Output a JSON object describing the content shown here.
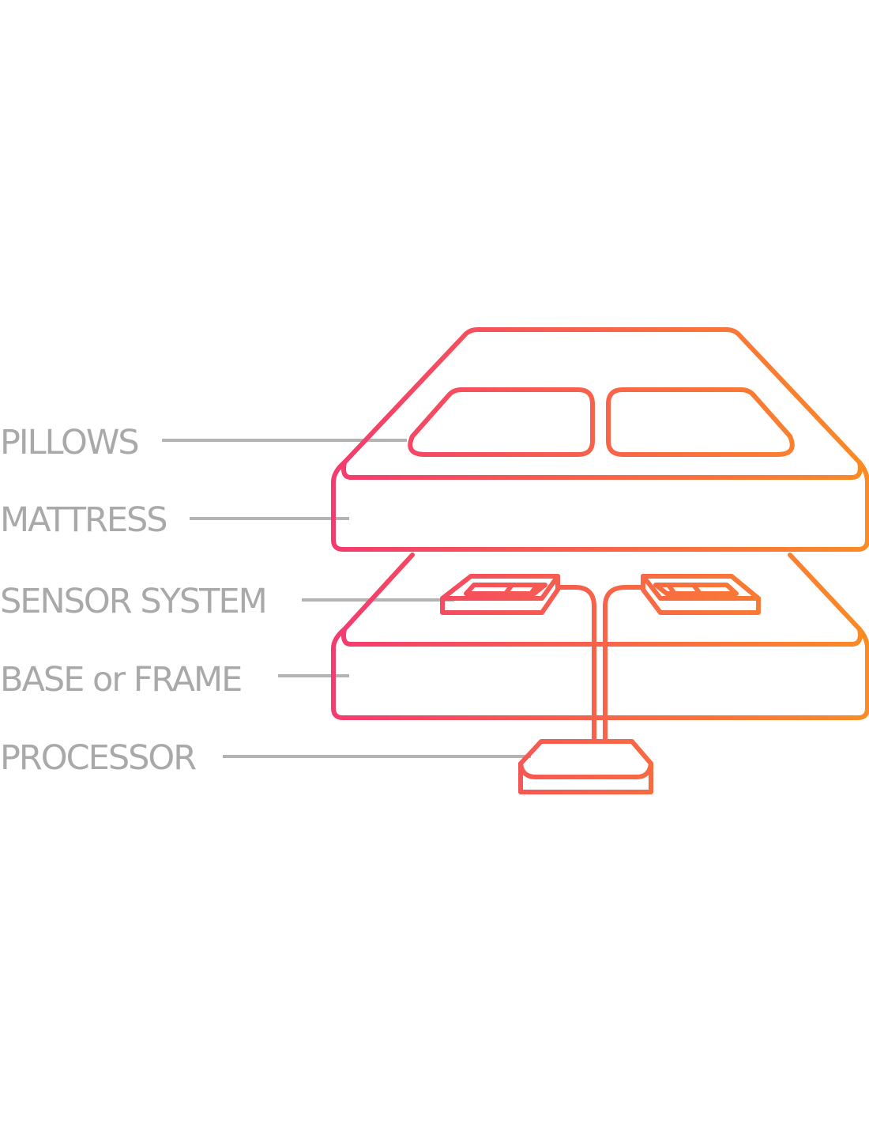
{
  "labels": {
    "pillows": "PILLOWS",
    "mattress": "MATTRESS",
    "sensor_system": "SENSOR SYSTEM",
    "base_or_frame": "BASE or FRAME",
    "processor": "PROCESSOR"
  },
  "colors": {
    "label_text": "#a9a9a9",
    "leader_line": "#b3b3b3",
    "gradient_start": "#f43b6f",
    "gradient_end": "#fb8b24",
    "background": "#ffffff"
  }
}
